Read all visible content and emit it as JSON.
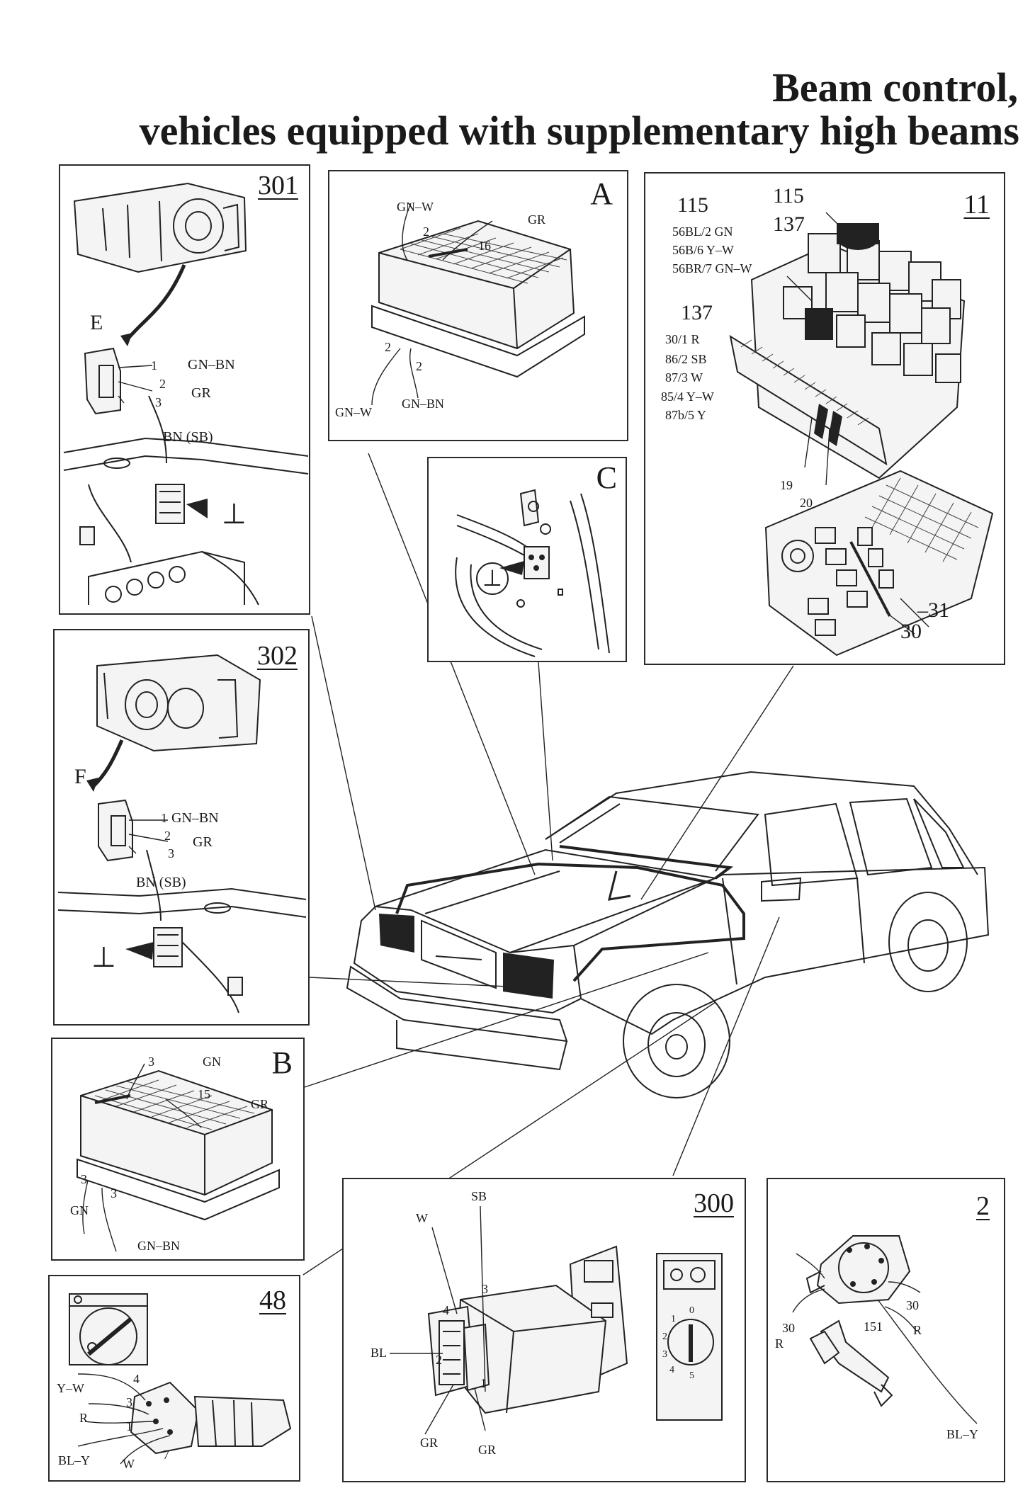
{
  "title": {
    "line1": "Beam control,",
    "line2": "vehicles equipped with supplementary high beams"
  },
  "panels": {
    "p301": {
      "number": "301",
      "connector": "E",
      "pins": [
        {
          "pin": "1",
          "wire": "GN–BN"
        },
        {
          "pin": "2",
          "wire": "GR"
        },
        {
          "pin": "3",
          "wire": ""
        }
      ],
      "ground_wire": "BN (SB)",
      "ground_symbol": "⊥"
    },
    "pA": {
      "letter": "A",
      "labels": {
        "top_left_wire": "GN–W",
        "top_left_pin": "2",
        "top_right_wire": "GR",
        "top_right_pin": "16",
        "bottom_pin_1": "2",
        "bottom_pin_2": "2",
        "bottom_wire_1": "GN–W",
        "bottom_wire_2": "GN–BN"
      }
    },
    "pC": {
      "letter": "C",
      "ground_symbol": "⊥"
    },
    "p11": {
      "number": "11",
      "relay115": {
        "title": "115",
        "pins": [
          "56BL/2 GN",
          "56B/6 Y–W",
          "56BR/7 GN–W"
        ]
      },
      "relay137": {
        "title": "137",
        "pins": [
          "30/1 R",
          "86/2 SB",
          "87/3 W",
          "85/4 Y–W",
          "87b/5 Y"
        ]
      },
      "callouts": {
        "c115": "115",
        "c137": "137",
        "f19": "19",
        "f20": "20",
        "f30": "30",
        "f31": "–31"
      }
    },
    "p302": {
      "number": "302",
      "connector": "F",
      "pins": [
        {
          "pin": "1",
          "wire": "GN–BN"
        },
        {
          "pin": "2",
          "wire": "GR"
        },
        {
          "pin": "3",
          "wire": ""
        }
      ],
      "ground_wire": "BN (SB)",
      "ground_symbol": "⊥"
    },
    "pB": {
      "letter": "B",
      "labels": {
        "top_pin": "3",
        "top_wire": "GN",
        "mid_pin": "15",
        "mid_wire": "GR",
        "left_pin_1": "3",
        "left_pin_2": "3",
        "left_wire": "GN",
        "bottom_wire": "GN–BN"
      }
    },
    "p48": {
      "number": "48",
      "labels": {
        "p4": "4",
        "yw": "Y–W",
        "p3": "3",
        "r": "R",
        "p1": "1",
        "p7": "7",
        "bly": "BL–Y",
        "w": "W"
      }
    },
    "p300": {
      "number": "300",
      "labels": {
        "sb": "SB",
        "w": "W",
        "p4": "4",
        "p3": "3",
        "bl": "BL",
        "p2": "2",
        "p1": "1",
        "gr1": "GR",
        "gr2": "GR",
        "d0": "0",
        "d1": "1",
        "d2": "2",
        "d3": "3",
        "d4": "4",
        "d5": "5"
      }
    },
    "p2": {
      "number": "2",
      "labels": {
        "p30a": "30",
        "p30b": "30",
        "r1": "R",
        "r2": "R",
        "p151": "151",
        "bly": "BL–Y"
      }
    }
  }
}
